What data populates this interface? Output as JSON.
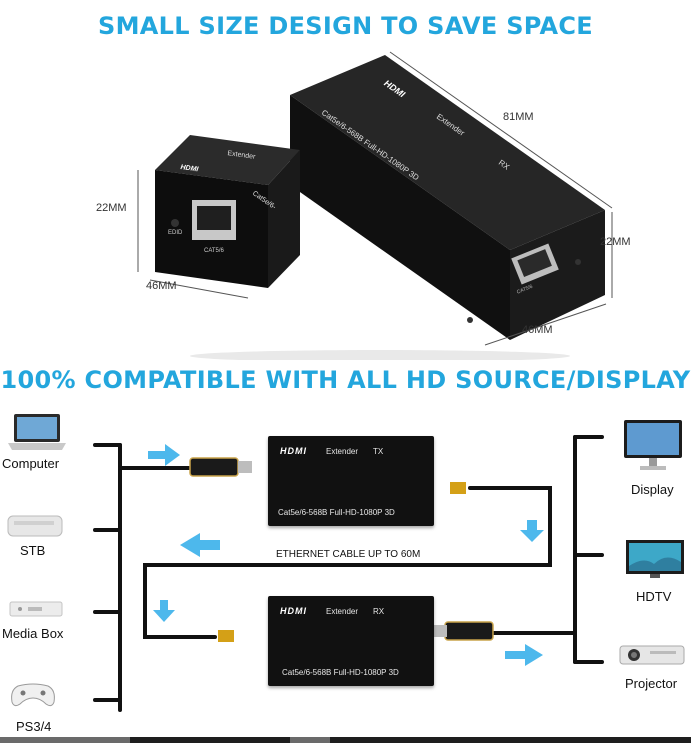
{
  "headings": {
    "top": "SMALL SIZE DESIGN TO SAVE SPACE",
    "middle": "100% COMPATIBLE WITH ALL HD SOURCE/DISPLAY"
  },
  "product": {
    "dimensions": {
      "rx_length": "81MM",
      "rx_height": "22MM",
      "rx_width": "46MM",
      "tx_height": "22MM",
      "tx_width": "46MM"
    },
    "tx_unit": {
      "brand": "HDMI",
      "name": "Extender",
      "spec_partial": "Cat5e/6-",
      "port_label": "CAT5/6",
      "button_label": "EDID"
    },
    "rx_unit": {
      "brand": "HDMI",
      "name": "Extender",
      "role": "RX",
      "spec": "Cat5e/6-568B Full-HD-1080P 3D",
      "port_label": "CAT5/6"
    }
  },
  "diagram": {
    "sources": [
      {
        "label": "Computer",
        "icon": "laptop-icon"
      },
      {
        "label": "STB",
        "icon": "set-top-box-icon"
      },
      {
        "label": "Media Box",
        "icon": "media-box-icon"
      },
      {
        "label": "PS3/4",
        "icon": "gamepad-icon"
      }
    ],
    "displays": [
      {
        "label": "Display",
        "icon": "monitor-icon"
      },
      {
        "label": "HDTV",
        "icon": "tv-icon"
      },
      {
        "label": "Projector",
        "icon": "projector-icon"
      }
    ],
    "tx_box": {
      "brand": "HDMI",
      "name": "Extender",
      "role": "TX",
      "spec": "Cat5e/6-568B Full-HD-1080P 3D"
    },
    "rx_box": {
      "brand": "HDMI",
      "name": "Extender",
      "role": "RX",
      "spec": "Cat5e/6-568B Full-HD-1080P 3D"
    },
    "cable_label": "ETHERNET CABLE UP TO 60M",
    "colors": {
      "accent": "#23a6dd",
      "arrow": "#3ab0ea",
      "device": "#111111",
      "connector_gold": "#d4a017"
    }
  }
}
